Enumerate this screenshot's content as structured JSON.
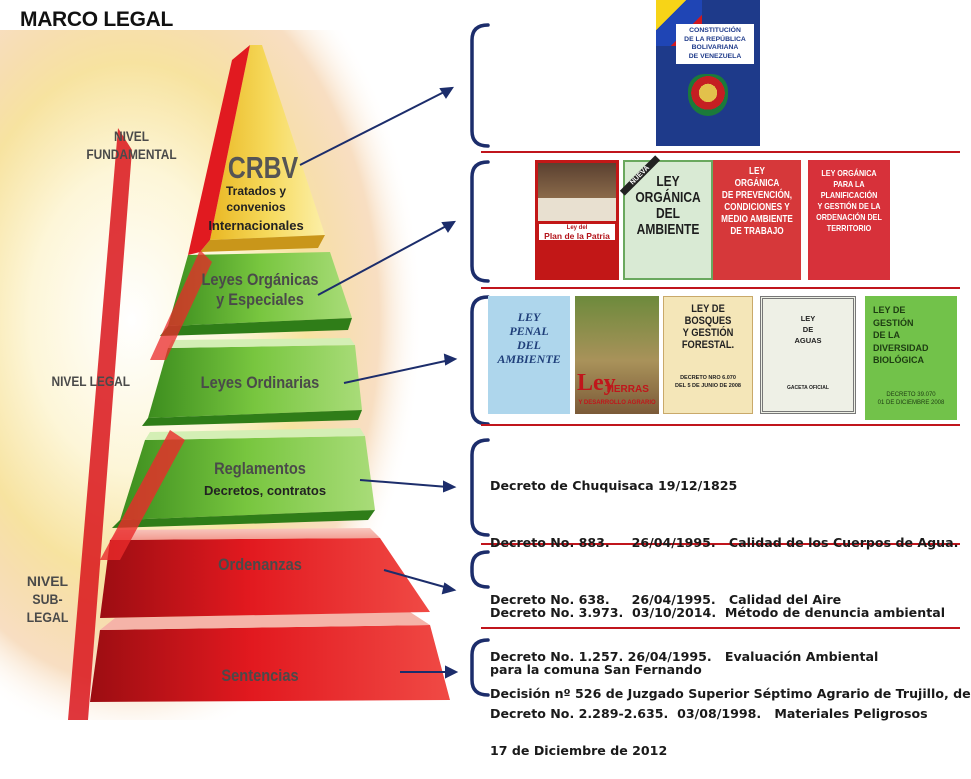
{
  "title": "MARCO LEGAL",
  "levels": {
    "fundamental": "NIVEL FUNDAMENTAL",
    "legal": "NIVEL LEGAL",
    "sublegal_1": "NIVEL",
    "sublegal_2": "SUB-LEGAL"
  },
  "tiers": {
    "crbv": "CRBV",
    "tratados_1": "Tratados y",
    "tratados_2": "convenios",
    "tratados_3": "Internacionales",
    "organicas_1": "Leyes Orgánicas",
    "organicas_2": "y Especiales",
    "ordinarias": "Leyes Ordinarias",
    "reglamentos": "Reglamentos",
    "decretos": "Decretos, contratos",
    "ordenanzas": "Ordenanzas",
    "sentencias": "Sentencias"
  },
  "colors": {
    "red": "#d7141a",
    "green": "#6cbf3a",
    "yellow": "#f3d84a",
    "separator": "#c0151c",
    "bracket": "#1c2d6b"
  },
  "docs": {
    "constitucion": [
      "CONSTITUCIÓN",
      "DE LA REPÚBLICA",
      "BOLIVARIANA",
      "DE VENEZUELA"
    ],
    "patria_1": "Ley del",
    "patria_2": "Plan de la Patria",
    "ambiente": [
      "LEY",
      "ORGÁNICA",
      "DEL",
      "AMBIENTE"
    ],
    "nueva": "NUEVA",
    "trabajo": [
      "LEY",
      "ORGÁNICA",
      "DE PREVENCIÓN,",
      "CONDICIONES Y",
      "MEDIO AMBIENTE",
      "DE TRABAJO"
    ],
    "territorio": [
      "LEY ORGÁNICA",
      "PARA LA",
      "PLANIFICACIÓN",
      "Y GESTIÓN DE LA",
      "ORDENACIÓN DEL",
      "TERRITORIO"
    ],
    "penal": [
      "LEY",
      "PENAL",
      "DEL",
      "AMBIENTE"
    ],
    "tierras_1": "Ley",
    "tierras_2": "TIERRAS",
    "tierras_3": "Y DESARROLLO AGRARIO",
    "bosques": [
      "LEY DE BOSQUES",
      "Y GESTIÓN",
      "FORESTAL."
    ],
    "bosques_decreto_1": "DECRETO NRO 6.070",
    "bosques_decreto_2": "DEL 5 DE JUNIO DE 2008",
    "aguas": [
      "LEY",
      "DE",
      "AGUAS"
    ],
    "aguas_gaceta": "GACETA OFICIAL",
    "diversidad": [
      "LEY DE",
      "GESTIÓN",
      "DE LA",
      "DIVERSIDAD",
      "BIOLÓGICA"
    ],
    "diversidad_decreto_1": "DECRETO 39.070",
    "diversidad_decreto_2": "01 DE DICIEMBRE 2008"
  },
  "decretos": [
    "Decreto de Chuquisaca 19/12/1825",
    "Decreto No. 883.     26/04/1995.   Calidad de los Cuerpos de Agua.",
    "Decreto No. 638.     26/04/1995.   Calidad del Aire",
    "Decreto No. 1.257. 26/04/1995.   Evaluación Ambiental",
    "Decreto No. 2.289-2.635.  03/08/1998.   Materiales Peligrosos"
  ],
  "ordenanza": [
    "Decreto No. 3.973.  03/10/2014.  Método de denuncia ambiental",
    "para la comuna San Fernando"
  ],
  "sentencia": [
    "Decisión nº 526 de Juzgado Superior Séptimo Agrario de Trujillo, de",
    "17 de Diciembre de 2012"
  ]
}
